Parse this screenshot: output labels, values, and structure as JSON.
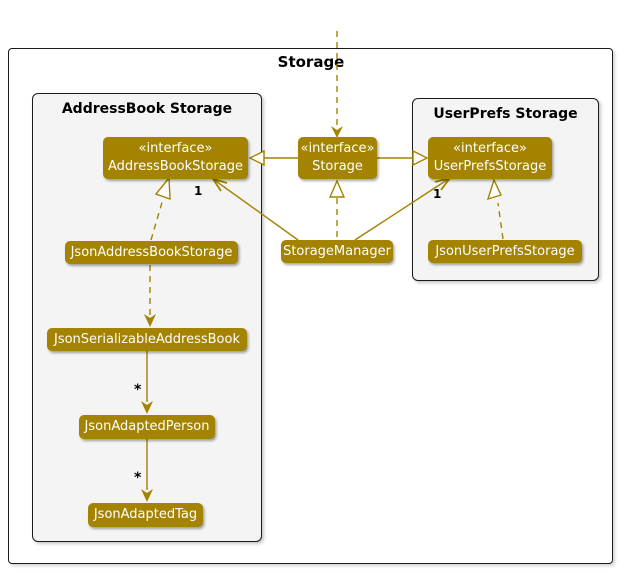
{
  "diagram": {
    "title": "Storage",
    "groups": {
      "addressbook": {
        "title": "AddressBook Storage"
      },
      "userprefs": {
        "title": "UserPrefs Storage"
      }
    },
    "classes": {
      "storage": {
        "stereotype": "«interface»",
        "name": "Storage"
      },
      "addressbook_storage": {
        "stereotype": "«interface»",
        "name": "AddressBookStorage"
      },
      "userprefs_storage": {
        "stereotype": "«interface»",
        "name": "UserPrefsStorage"
      },
      "storage_manager": {
        "name": "StorageManager"
      },
      "json_addressbook_storage": {
        "name": "JsonAddressBookStorage"
      },
      "json_userprefs_storage": {
        "name": "JsonUserPrefsStorage"
      },
      "json_serializable_addressbook": {
        "name": "JsonSerializableAddressBook"
      },
      "json_adapted_person": {
        "name": "JsonAdaptedPerson"
      },
      "json_adapted_tag": {
        "name": "JsonAdaptedTag"
      }
    },
    "multiplicities": {
      "manager_to_addressbook": "1",
      "manager_to_userprefs": "1",
      "serializable_to_person": "*",
      "person_to_tag": "*"
    },
    "colors": {
      "node_fill": "#A38300",
      "node_text": "#FFFFFF",
      "edge": "#A38300",
      "group_fill": "#F4F4F4",
      "border": "#1A1A1A",
      "background": "#FFFFFF"
    }
  }
}
